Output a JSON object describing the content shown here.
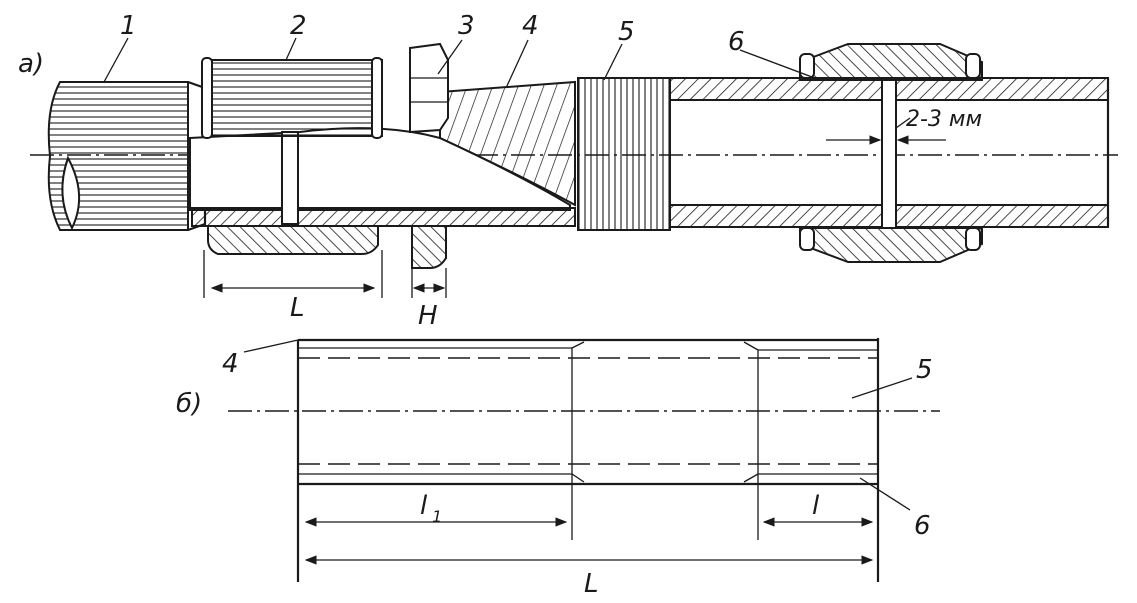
{
  "figure": {
    "panel_a_label": "а)",
    "panel_b_label": "б)",
    "part_labels": {
      "p1": "1",
      "p2": "2",
      "p3": "3",
      "p4": "4",
      "p5": "5",
      "p6": "6"
    },
    "gap_label": "2-3 мм",
    "dim_L_top": "L",
    "dim_H": "H",
    "panel_b": {
      "label_4": "4",
      "label_5": "5",
      "label_6": "6",
      "dim_l1": "l",
      "dim_l1_sub": "1",
      "dim_l": "l",
      "dim_L": "L"
    }
  }
}
